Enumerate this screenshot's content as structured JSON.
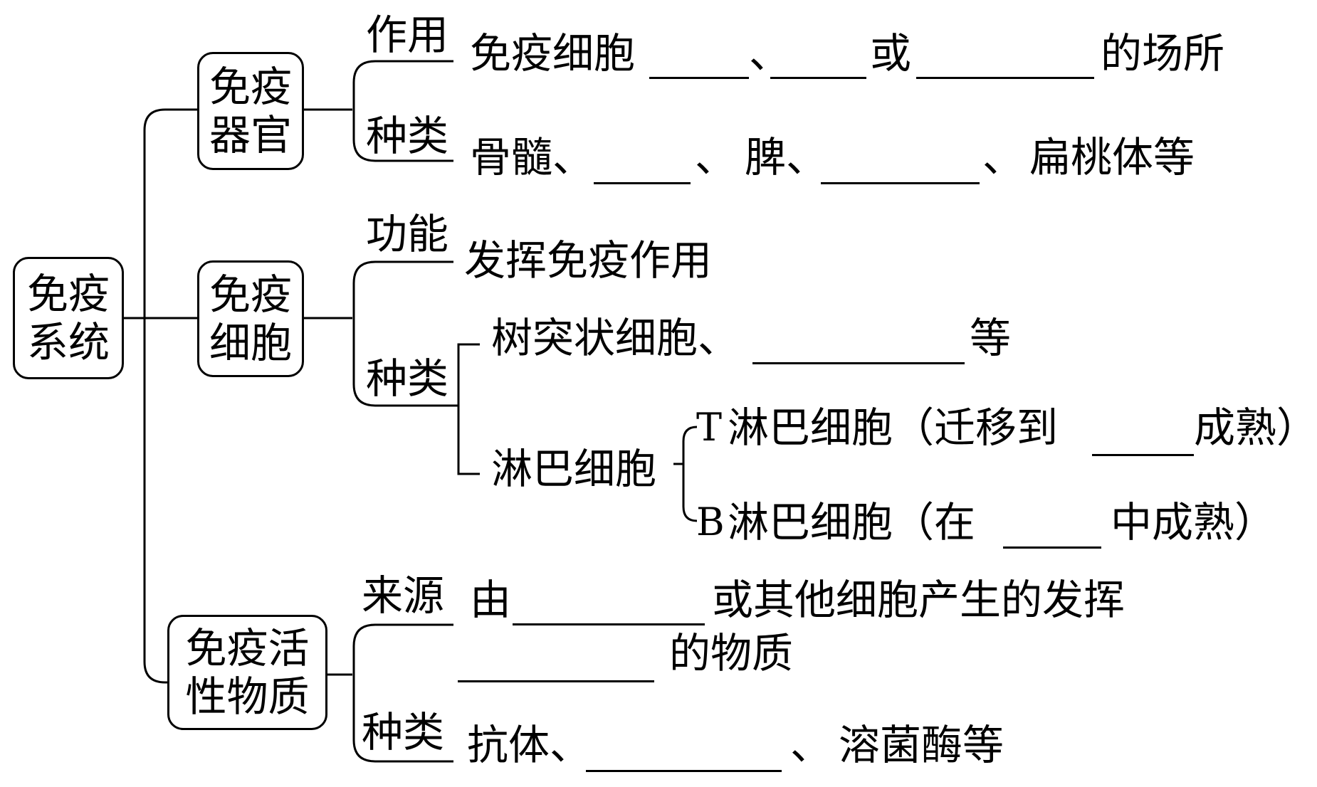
{
  "root": {
    "line1": "免疫",
    "line2": "系统"
  },
  "organs": {
    "box_line1": "免疫",
    "box_line2": "器官",
    "role_label": "作用",
    "role_text_a": "免疫细胞",
    "role_sep_1": "、",
    "role_or": "或",
    "role_text_b": "的场所",
    "kind_label": "种类",
    "kind_text_a": "骨髓、",
    "kind_sep_1": "、",
    "kind_text_b": "脾、",
    "kind_sep_2": "、",
    "kind_text_c": "扁桃体等"
  },
  "cells": {
    "box_line1": "免疫",
    "box_line2": "细胞",
    "function_label": "功能",
    "function_text": "发挥免疫作用",
    "kind_label": "种类",
    "dendritic_text": "树突状细胞、",
    "dendritic_suffix": "等",
    "lymph_label": "淋巴细胞",
    "t_prefix": "T",
    "t_text": "淋巴细胞（迁移到",
    "t_suffix": "成熟）",
    "b_prefix": "B",
    "b_text": "淋巴细胞（在",
    "b_suffix": "中成熟）"
  },
  "active_substances": {
    "box_line1": "免疫活",
    "box_line2": "性物质",
    "source_label": "来源",
    "source_text_a": "由",
    "source_text_b": "或其他细胞产生的发挥",
    "source_text_c": "的物质",
    "kind_label": "种类",
    "kind_text_a": "抗体、",
    "kind_sep": "、",
    "kind_text_b": "溶菌酶等"
  }
}
